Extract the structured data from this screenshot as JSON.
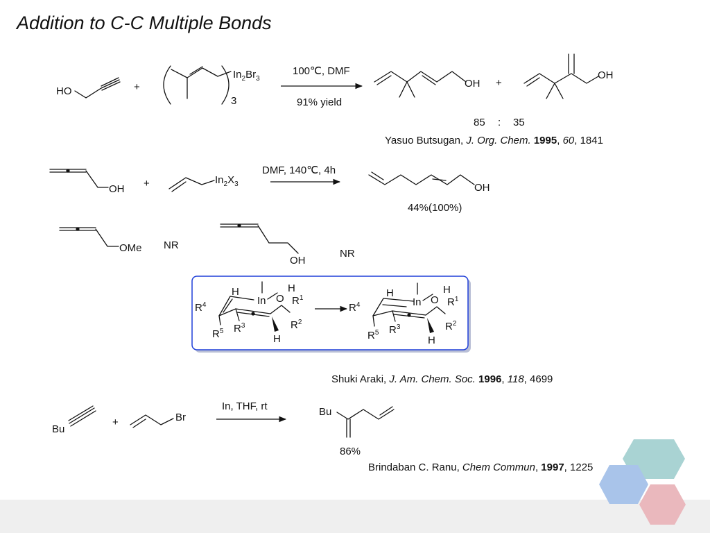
{
  "title": "Addition to C-C Multiple Bonds",
  "reaction1": {
    "reactant_label": "HO",
    "plus1": "+",
    "reagent_in": "In",
    "reagent_in_sub": "2",
    "reagent_br": "Br",
    "reagent_br_sub": "3",
    "reagent_count": "3",
    "conditions_top": "100℃, DMF",
    "conditions_bottom": "91% yield",
    "product1_label": "OH",
    "plus2": "+",
    "product2_label": "OH",
    "ratio_a": "85",
    "ratio_sep": ":",
    "ratio_b": "35",
    "ref_author": "Yasuo Butsugan, ",
    "ref_journal": "J. Org. Chem.",
    "ref_year": "1995",
    "ref_volume": "60",
    "ref_page": "1841"
  },
  "reaction2": {
    "reactant_label": "OH",
    "plus": "+",
    "reagent_in": "In",
    "reagent_in_sub": "2",
    "reagent_x": "X",
    "reagent_x_sub": "3",
    "conditions": "DMF, 140℃, 4h",
    "product_label": "OH",
    "yield": "44%(100%)",
    "substrate_a_label": "OMe",
    "result_a": "NR",
    "substrate_b_label": "OH",
    "result_b": "NR"
  },
  "transition_state": {
    "h1": "H",
    "in": "In",
    "h2": "H",
    "o": "O",
    "r1": "R",
    "r1_sup": "1",
    "r2": "R",
    "r2_sup": "2",
    "r3": "R",
    "r3_sup": "3",
    "r4": "R",
    "r4_sup": "4",
    "r5": "R",
    "r5_sup": "5",
    "h_bottom": "H",
    "border_color": "#1f3fd8"
  },
  "reference2": {
    "author": "Shuki Araki, ",
    "journal": "J. Am. Chem. Soc.",
    "year": "1996",
    "volume": "118",
    "page": "4699"
  },
  "reaction3": {
    "reactant_label": "Bu",
    "plus": "+",
    "reagent_label": "Br",
    "conditions": "In, THF, rt",
    "product_label": "Bu",
    "yield": "86%",
    "ref_author": "Brindaban C. Ranu, ",
    "ref_journal": "Chem Commun",
    "ref_year": "1997",
    "ref_page": "1225"
  },
  "decor": {
    "hex_teal": "#a9d3d3",
    "hex_blue": "#a9c4ea",
    "hex_pink": "#eab8bd",
    "footer": "#efefef"
  }
}
